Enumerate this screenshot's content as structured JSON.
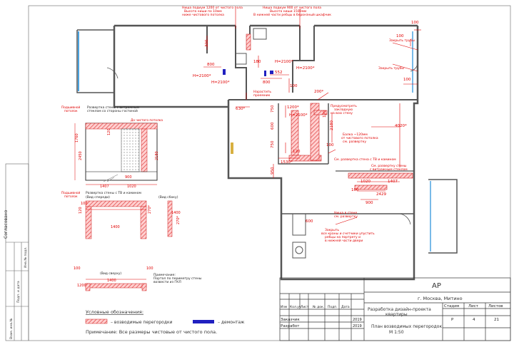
{
  "colors": {
    "annotation": "#e00000",
    "wall": "#555555",
    "demolish": "#2020c0",
    "new_wall": "#f08080"
  },
  "notes": {
    "n1": [
      "Ниша подиум 1200 от чистого пола",
      "Высота ниши по 10мм",
      "ниже чистового потолка"
    ],
    "n2": [
      "Ниша подиум 900 от чистого пола",
      "Высота ниши 1500мм",
      "В нижней части ребцы в беронзный шкафчик"
    ],
    "n3": "Закрыть трубы",
    "n4": "Закрыть трубы",
    "n5": [
      "Нарастить",
      "проемник"
    ],
    "n6": [
      "Предусмотреть",
      "закладную",
      "на всю стену"
    ],
    "n7": [
      "Балка ~120мм",
      "от чистового потолка",
      "см. развертку"
    ],
    "n8": "См. развертка стена с ТВ и камином",
    "n9": [
      "См. развертку стены",
      "с витражным стеклом"
    ],
    "n10": [
      "Ниша в стене",
      "см. развертку"
    ],
    "n11": [
      "Закрыть",
      "все краны и счетчики упустить",
      "ребцы на портрету и",
      "в нижней части двери"
    ],
    "n12": "Ниша в стене"
  },
  "dims": {
    "d1": "300",
    "d2": "800",
    "d3": "180",
    "d4": "552",
    "d5": "800",
    "d6": "100",
    "d7": "630*",
    "d8": "1200*",
    "d9": "750",
    "d10": "600",
    "d11": "750",
    "d12": "1530*",
    "d13": "H=2100*",
    "d14": "H=2100*",
    "d15": "H=2100*",
    "d16": "H=2100*",
    "d17": "200*",
    "d18": "120",
    "d19": "2180",
    "d20": "4020*",
    "d21": "100",
    "d22": "120",
    "d23": "950",
    "d24": "1020",
    "d25": "1407",
    "d26": "2429",
    "d27": "900",
    "d28": "600",
    "d29": "100",
    "d30": "100",
    "d31": "100",
    "d32": "100"
  },
  "details": {
    "elev1_title": [
      "Развертка стены с витражным",
      "стеклом со стороны гостиной"
    ],
    "podium": [
      "Подшивной",
      "потолок"
    ],
    "elev1_note": "До чистого потолка",
    "elev1_dims": [
      "1760",
      "120",
      "2450",
      "900",
      "2180",
      "1407",
      "1020"
    ],
    "elev2_title": "Развертка стены с ТВ и камином",
    "elev2_sub": "(Вид спереди)",
    "elev2_side": "(Вид сбоку)",
    "podium2": [
      "Подшивной",
      "потолок"
    ],
    "elev2_dims": [
      "100",
      "120",
      "270*",
      "1400",
      "1400",
      "270*"
    ],
    "elev3_sub": "(Вид сверху)",
    "elev3_note": [
      "Примечание:",
      "Портал по периметру стены",
      "возвести из ГКЛ"
    ],
    "elev3_dims": [
      "100",
      "1200",
      "100",
      "1400"
    ]
  },
  "legend": {
    "title": "Условные обозначения:",
    "new_walls": "– возводимые перегородки",
    "demolish": "– демонтаж",
    "note": "Примечание:  Все размеры чистовые от чистого пола."
  },
  "stamp": {
    "code": "АР",
    "city": "г. Москва, Митино",
    "project": [
      "Разработка дизайн-проекта",
      "квартиры"
    ],
    "sheet_title": [
      "План возводимых перегородок",
      "М 1:50"
    ],
    "head": [
      "Изм",
      "Кол.уч",
      "Лист",
      "№ док.",
      "Подп.",
      "Дата"
    ],
    "rows": [
      {
        "role": "Заказчик",
        "year": "2019"
      },
      {
        "role": "Разработ",
        "year": "2019"
      }
    ],
    "stage_head": [
      "Стадия",
      "Лист",
      "Листов"
    ],
    "stage_vals": [
      "Р",
      "4",
      "21"
    ]
  },
  "side": {
    "agreed": "Согласовано",
    "cols": [
      "Взам. инв.№",
      "Подп. и дата",
      "Инв.№ подл."
    ]
  }
}
